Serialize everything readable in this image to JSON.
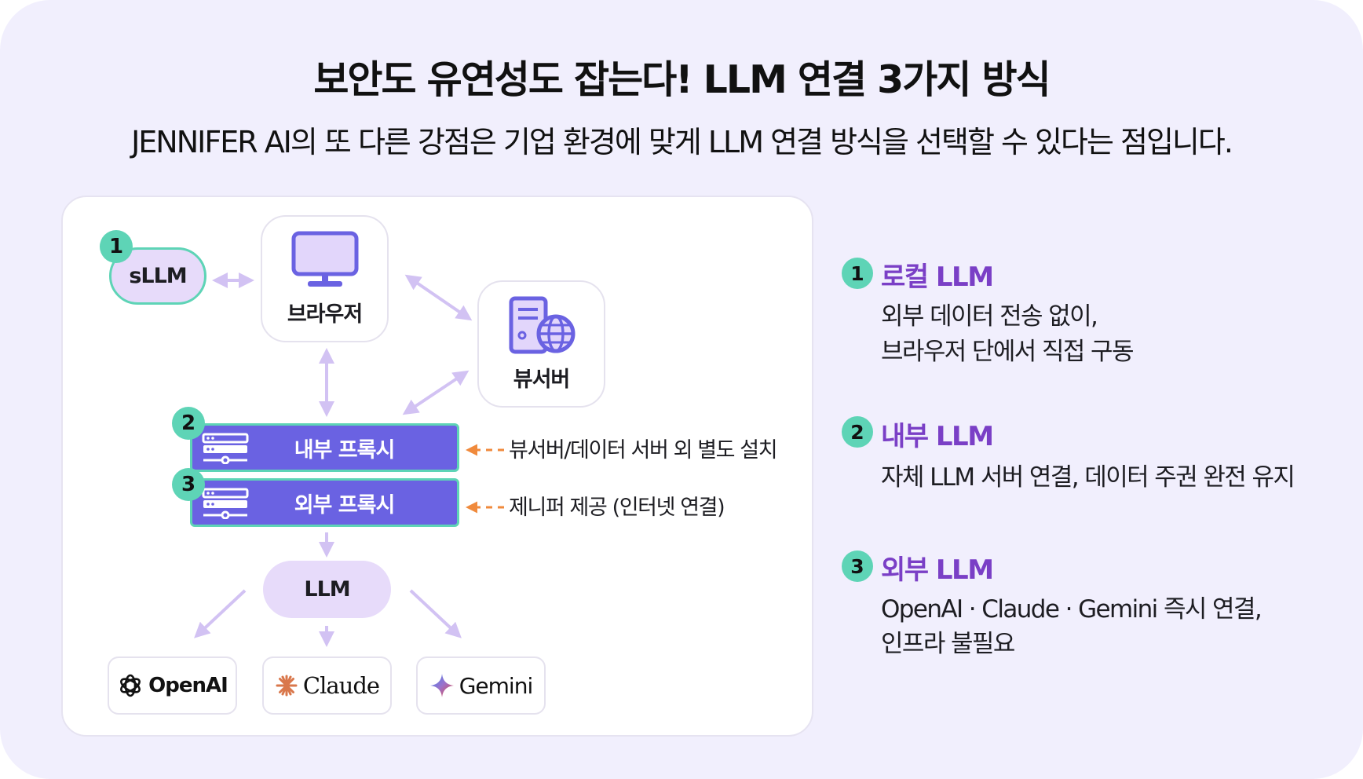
{
  "title": "보안도 유연성도 잡는다! LLM 연결 3가지 방식",
  "subtitle": "JENNIFER AI의 또 다른 강점은 기업 환경에 맞게 LLM 연결 방식을 선택할 수 있다는 점입니다.",
  "diagram": {
    "sllm": {
      "number": "1",
      "label": "sLLM"
    },
    "browser": {
      "label": "브라우저",
      "icon": "monitor-icon"
    },
    "view_server": {
      "label": "뷰서버",
      "icon": "server-globe-icon"
    },
    "internal_proxy": {
      "number": "2",
      "label": "내부 프록시",
      "note": "뷰서버/데이터 서버 외 별도 설치"
    },
    "external_proxy": {
      "number": "3",
      "label": "외부 프록시",
      "note": "제니퍼 제공 (인터넷 연결)"
    },
    "llm": {
      "label": "LLM"
    },
    "vendors": [
      {
        "label": "OpenAI",
        "icon": "openai-icon"
      },
      {
        "label": "Claude",
        "icon": "claude-icon"
      },
      {
        "label": "Gemini",
        "icon": "gemini-icon"
      }
    ]
  },
  "options": [
    {
      "number": "1",
      "title": "로컬 LLM",
      "lines": [
        "외부 데이터 전송 없이,",
        "브라우저 단에서 직접 구동"
      ]
    },
    {
      "number": "2",
      "title": "내부 LLM",
      "lines": [
        "자체 LLM 서버 연결, 데이터 주권 완전 유지"
      ]
    },
    {
      "number": "3",
      "title": "외부 LLM",
      "lines": [
        "OpenAI · Claude · Gemini 즉시 연결,",
        "인프라 불필요"
      ]
    }
  ],
  "colors": {
    "background": "#f1effd",
    "accent_mint": "#5ed4b6",
    "proxy_purple": "#6a62e2",
    "title_purple": "#7a3fc6",
    "pill_lavender": "#e7dbfa",
    "arrow_lavender": "#d7c8f5",
    "note_arrow_orange": "#f08a3c"
  }
}
